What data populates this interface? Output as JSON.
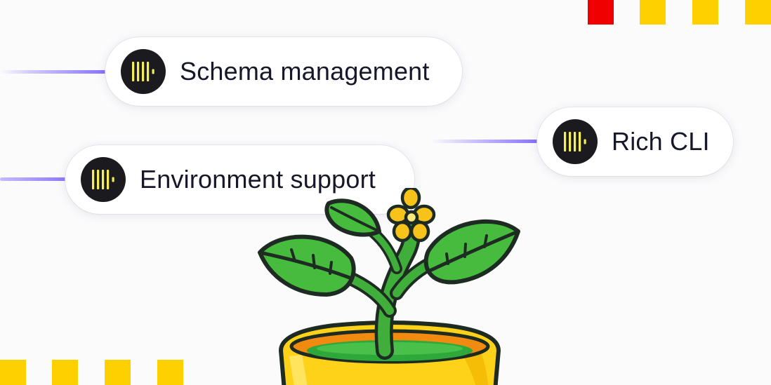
{
  "features": {
    "schema": {
      "label": "Schema management",
      "icon": "brand-bars-icon"
    },
    "environment": {
      "label": "Environment support",
      "icon": "brand-bars-icon"
    },
    "cli": {
      "label": "Rich CLI",
      "icon": "brand-bars-icon"
    }
  },
  "colors": {
    "accent_line": "#7f6bff",
    "logo_bg": "#1b1b1f",
    "logo_bars": "#f3ef5a",
    "square_yellow": "#ffd000",
    "square_red": "#f00000",
    "leaf_green": "#3fb33a",
    "pot_yellow": "#ffd21a",
    "soil_orange": "#f08a10",
    "flower_yellow": "#f7c21a"
  },
  "decor": {
    "top_squares": [
      "#f00000",
      "#ffd000",
      "#ffd000",
      "#ffd000"
    ],
    "bottom_squares": [
      "#ffd000",
      "#ffd000",
      "#ffd000",
      "#ffd000"
    ]
  }
}
